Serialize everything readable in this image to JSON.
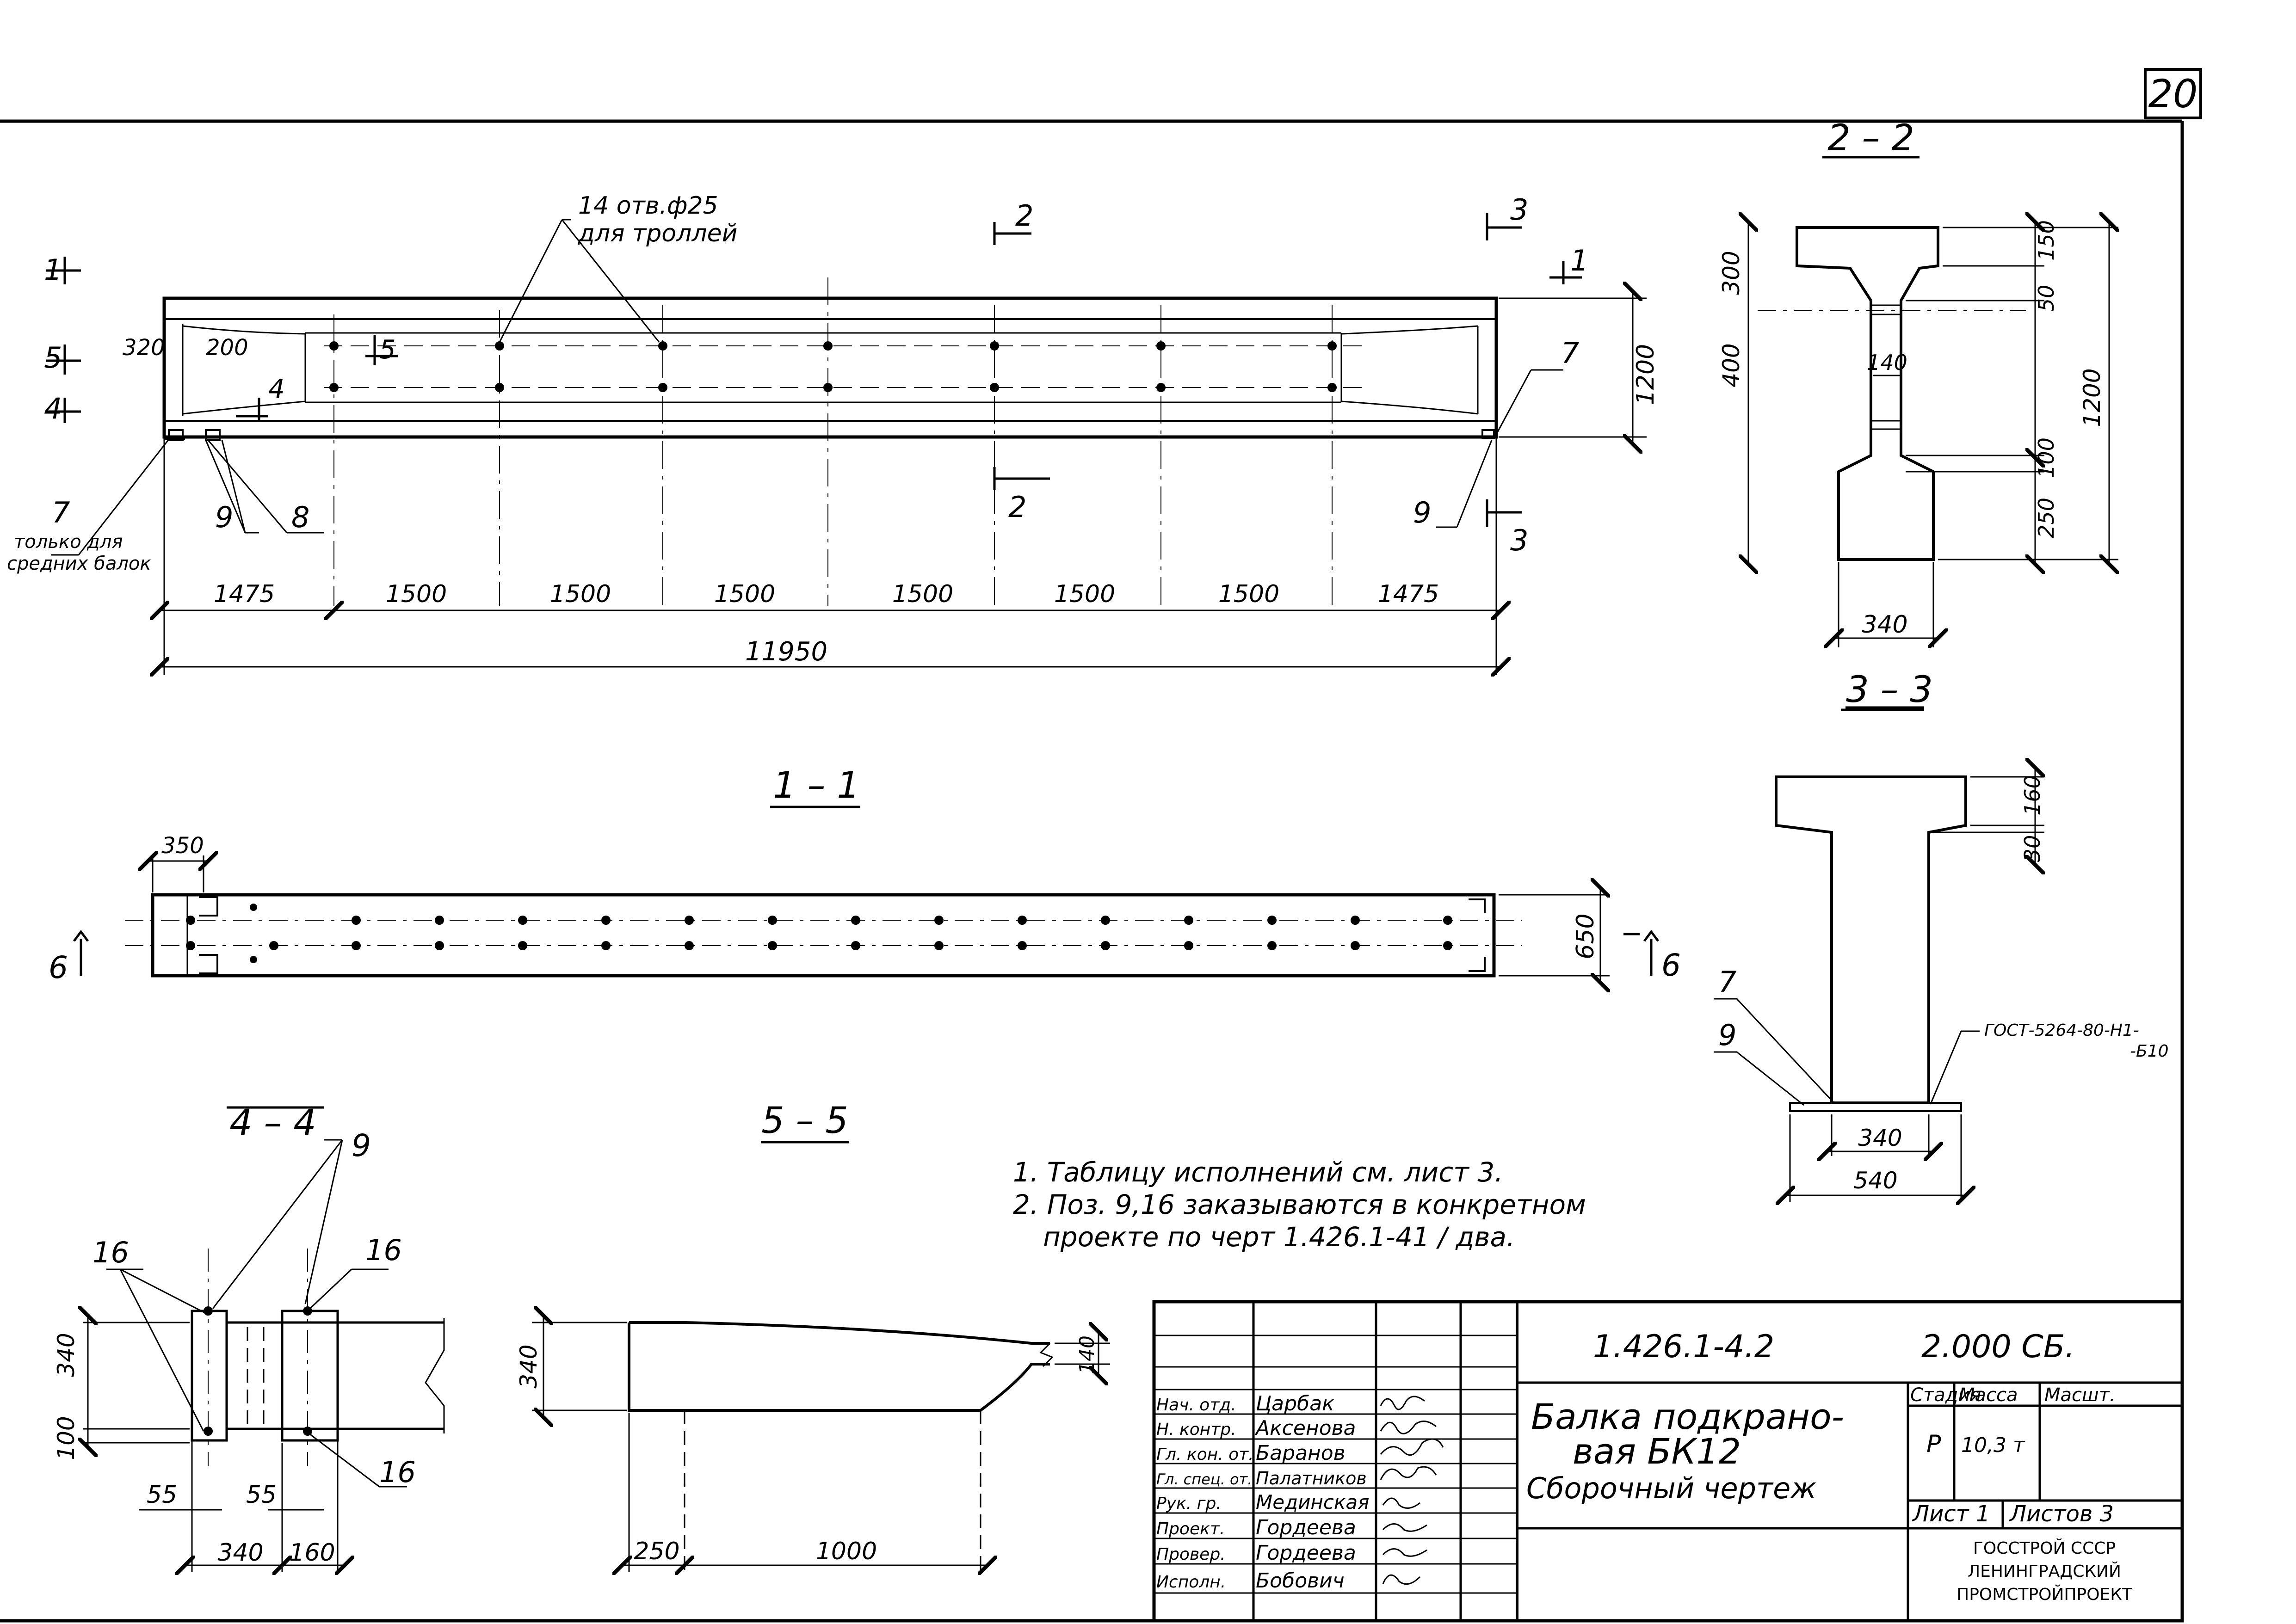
{
  "sheet_number": "20",
  "views": {
    "elevation": {
      "holes_note_line1": "14 отв.ф25",
      "holes_note_line2": "для троллей",
      "spacings": [
        "1475",
        "1500",
        "1500",
        "1500",
        "1500",
        "1500",
        "1500",
        "1475"
      ],
      "total_length": "11950",
      "height": "1200",
      "dim_320": "320",
      "dim_200": "200",
      "note_middle_line1": "только для",
      "note_middle_line2": "средних балок",
      "marks": {
        "s1": "1",
        "s5": "5",
        "s4": "4",
        "s2": "2",
        "s3": "3",
        "p7": "7",
        "p9": "9",
        "p8": "8"
      }
    },
    "section_2_2": {
      "title": "2 – 2",
      "dims": [
        "300",
        "400",
        "150",
        "50",
        "140",
        "100",
        "250",
        "1200",
        "340"
      ]
    },
    "section_3_3": {
      "title": "3 – 3",
      "dims": [
        "160",
        "30",
        "340",
        "540"
      ],
      "marks": [
        "7",
        "9"
      ],
      "gost_line1": "ГОСТ-5264-80-Н1-",
      "gost_line2": "-Б10"
    },
    "section_1_1": {
      "title": "1 – 1",
      "dim_350": "350",
      "dim_650": "650",
      "mark": "6"
    },
    "section_4_4": {
      "title": "4 – 4",
      "mark_9": "9",
      "mark_16": "16",
      "dims": [
        "340",
        "100",
        "55",
        "55",
        "340",
        "160"
      ]
    },
    "section_5_5": {
      "title": "5 – 5",
      "dims": [
        "340",
        "140",
        "250",
        "1000"
      ]
    }
  },
  "notes": [
    "1. Таблицу исполнений  см. лист 3.",
    "2. Поз. 9,16 заказываются в конкретном",
    "проекте по черт 1.426.1-41 /  два."
  ],
  "title_block": {
    "code": "1.426.1-4.2",
    "doc": "2.000 СБ.",
    "name_line1": "Балка подкрано-",
    "name_line2": "вая БК12",
    "name_line3": "Сборочный  чертеж",
    "stage_header": "Стадия",
    "mass_header": "Масса",
    "scale_header": "Масшт.",
    "stage": "Р",
    "mass": "10,3 т",
    "sheet": "Лист 1",
    "sheets": "Листов 3",
    "org_line1": "ГОССТРОЙ СССР",
    "org_line2": "ЛЕНИНГРАДСКИЙ",
    "org_line3": "ПРОМСТРОЙПРОЕКТ",
    "signers": [
      {
        "role": "Нач. отд.",
        "name": "Царбак"
      },
      {
        "role": "Н. контр.",
        "name": "Аксенова"
      },
      {
        "role": "Гл. кон. от.",
        "name": "Баранов"
      },
      {
        "role": "Гл. спец. от.",
        "name": "Палатников"
      },
      {
        "role": "Рук. гр.",
        "name": "Мединская"
      },
      {
        "role": "Проект.",
        "name": "Гордеева"
      },
      {
        "role": "Провер.",
        "name": "Гордеева"
      },
      {
        "role": "Исполн.",
        "name": "Бобович"
      }
    ]
  }
}
